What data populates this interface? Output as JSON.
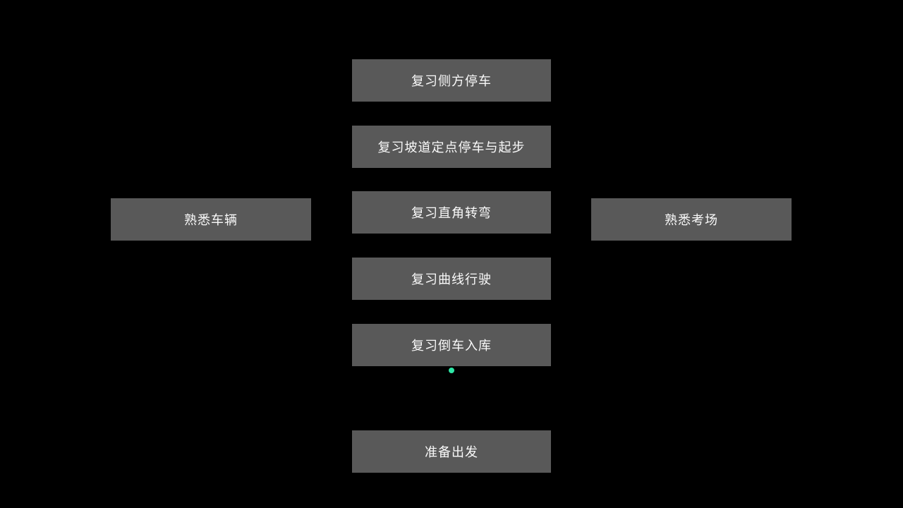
{
  "colors": {
    "background": "#000000",
    "button_background": "#595959",
    "button_text": "#fafafa",
    "indicator_dot": "#2ee6a6"
  },
  "menu": {
    "center_items": [
      {
        "label": "复习侧方停车"
      },
      {
        "label": "复习坡道定点停车与起步"
      },
      {
        "label": "复习直角转弯"
      },
      {
        "label": "复习曲线行驶"
      },
      {
        "label": "复习倒车入库"
      }
    ],
    "left_item": {
      "label": "熟悉车辆"
    },
    "right_item": {
      "label": "熟悉考场"
    },
    "start_item": {
      "label": "准备出发"
    },
    "indicator": {
      "icon": "green-dot"
    }
  }
}
